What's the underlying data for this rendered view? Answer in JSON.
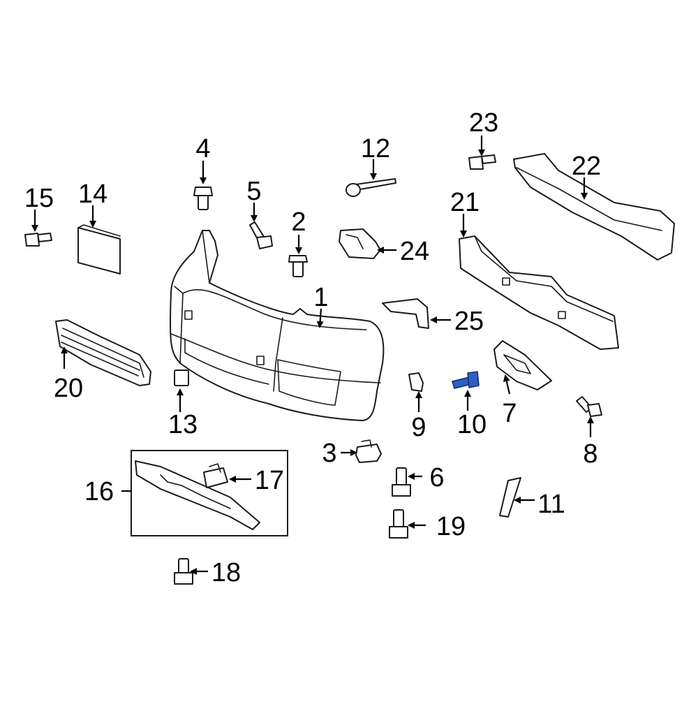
{
  "callouts": [
    {
      "id": "1",
      "label": "1"
    },
    {
      "id": "2",
      "label": "2"
    },
    {
      "id": "3",
      "label": "3"
    },
    {
      "id": "4",
      "label": "4"
    },
    {
      "id": "5",
      "label": "5"
    },
    {
      "id": "6",
      "label": "6"
    },
    {
      "id": "7",
      "label": "7"
    },
    {
      "id": "8",
      "label": "8"
    },
    {
      "id": "9",
      "label": "9"
    },
    {
      "id": "10",
      "label": "10"
    },
    {
      "id": "11",
      "label": "11"
    },
    {
      "id": "12",
      "label": "12"
    },
    {
      "id": "13",
      "label": "13"
    },
    {
      "id": "14",
      "label": "14"
    },
    {
      "id": "15",
      "label": "15"
    },
    {
      "id": "16",
      "label": "16"
    },
    {
      "id": "17",
      "label": "17"
    },
    {
      "id": "18",
      "label": "18"
    },
    {
      "id": "19",
      "label": "19"
    },
    {
      "id": "20",
      "label": "20"
    },
    {
      "id": "21",
      "label": "21"
    },
    {
      "id": "22",
      "label": "22"
    },
    {
      "id": "23",
      "label": "23"
    },
    {
      "id": "24",
      "label": "24"
    },
    {
      "id": "25",
      "label": "25"
    }
  ],
  "colors": {
    "highlight": "#2f5fc4",
    "line": "#1a1a1a",
    "background": "#ffffff"
  },
  "highlighted_part": "10"
}
